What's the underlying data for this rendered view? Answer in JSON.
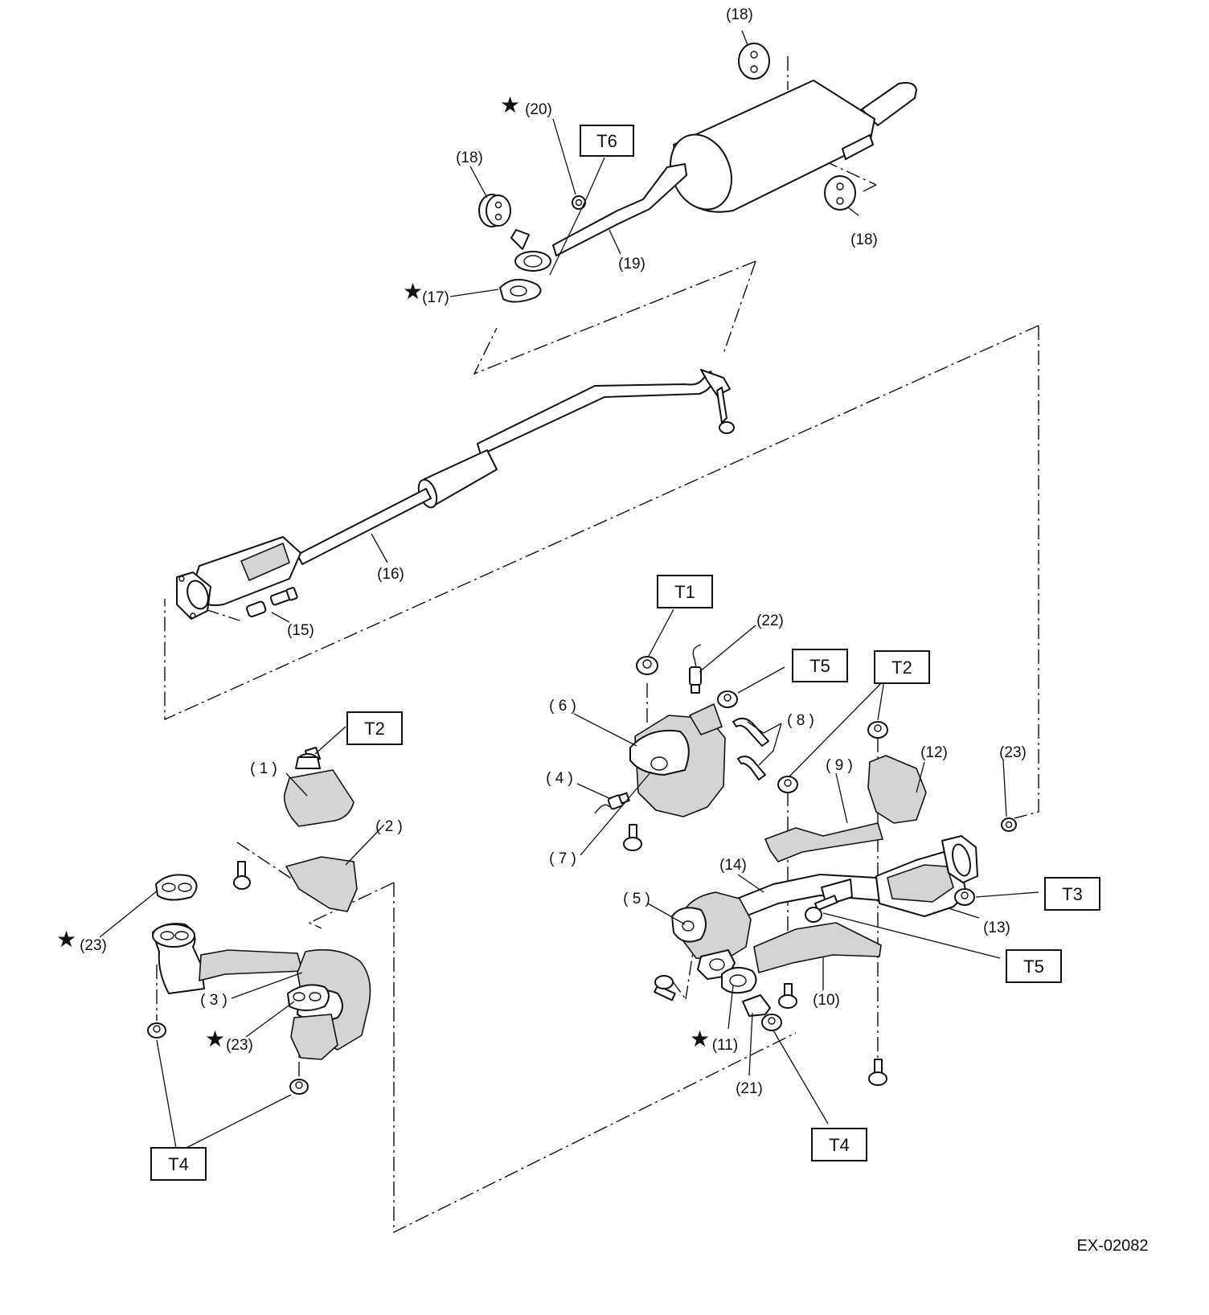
{
  "figure_id": "EX-02082",
  "star_symbol": "★",
  "torque_boxes": {
    "t6": "T6",
    "t1": "T1",
    "t5_top": "T5",
    "t2_right": "T2",
    "t2_left": "T2",
    "t3": "T3",
    "t5_bottom": "T5",
    "t4_right": "T4",
    "t4_left": "T4"
  },
  "labels": {
    "p18_top": "(18)",
    "p18_left": "(18)",
    "p18_right": "(18)",
    "p20": "(20)",
    "p19": "(19)",
    "p17": "(17)",
    "p16": "(16)",
    "p15": "(15)",
    "p22": "(22)",
    "p6": "( 6 )",
    "p8": "( 8 )",
    "p4": "( 4 )",
    "p7": "( 7 )",
    "p9": "( 9 )",
    "p12": "(12)",
    "p23_right": "(23)",
    "p14": "(14)",
    "p5": "( 5 )",
    "p13": "(13)",
    "p10": "(10)",
    "p11": "(11)",
    "p21": "(21)",
    "p1": "( 1 )",
    "p2": "( 2 )",
    "p23_left": "(23)",
    "p3": "( 3 )",
    "p23_mid": "(23)"
  }
}
